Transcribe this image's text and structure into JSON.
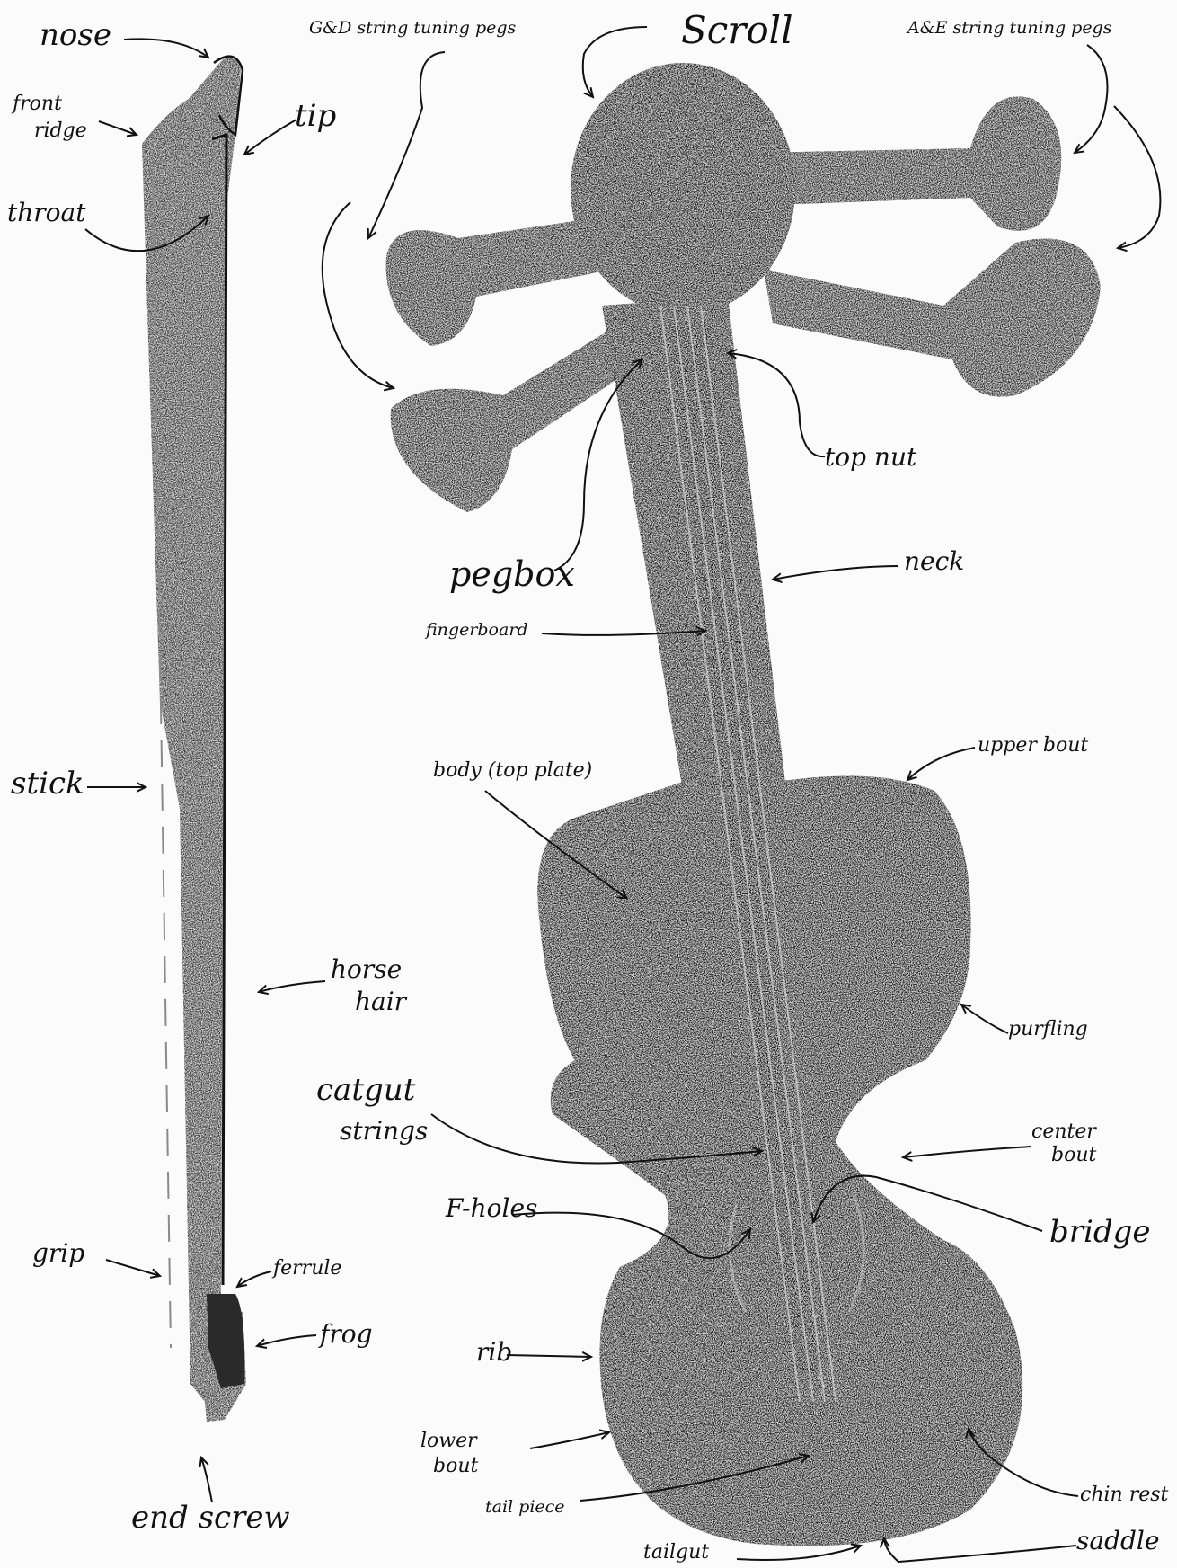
{
  "labels": {
    "nose": "nose",
    "front_ridge_1": "front",
    "front_ridge_2": "ridge",
    "tip": "tip",
    "throat": "throat",
    "stick": "stick",
    "horse_hair_1": "horse",
    "horse_hair_2": "hair",
    "grip": "grip",
    "ferrule": "ferrule",
    "frog": "frog",
    "end_screw": "end screw",
    "gd_pegs": "G&D string tuning pegs",
    "scroll": "Scroll",
    "ae_pegs": "A&E string tuning pegs",
    "top_nut": "top nut",
    "pegbox": "pegbox",
    "neck": "neck",
    "fingerboard": "fingerboard",
    "upper_bout": "upper bout",
    "body_top_plate": "body (top plate)",
    "purfling": "purfling",
    "catgut_1": "catgut",
    "catgut_2": "strings",
    "center_bout_1": "center",
    "center_bout_2": "bout",
    "f_holes": "F-holes",
    "bridge": "bridge",
    "rib": "rib",
    "lower_bout_1": "lower",
    "lower_bout_2": "bout",
    "chin_rest": "chin rest",
    "tail_piece": "tail piece",
    "saddle": "saddle",
    "tailgut": "tailgut"
  },
  "colors": {
    "ink": "#111111",
    "paper": "#fbfbfb",
    "body": "#1c1c1c",
    "stick": "#3a3a3a"
  }
}
